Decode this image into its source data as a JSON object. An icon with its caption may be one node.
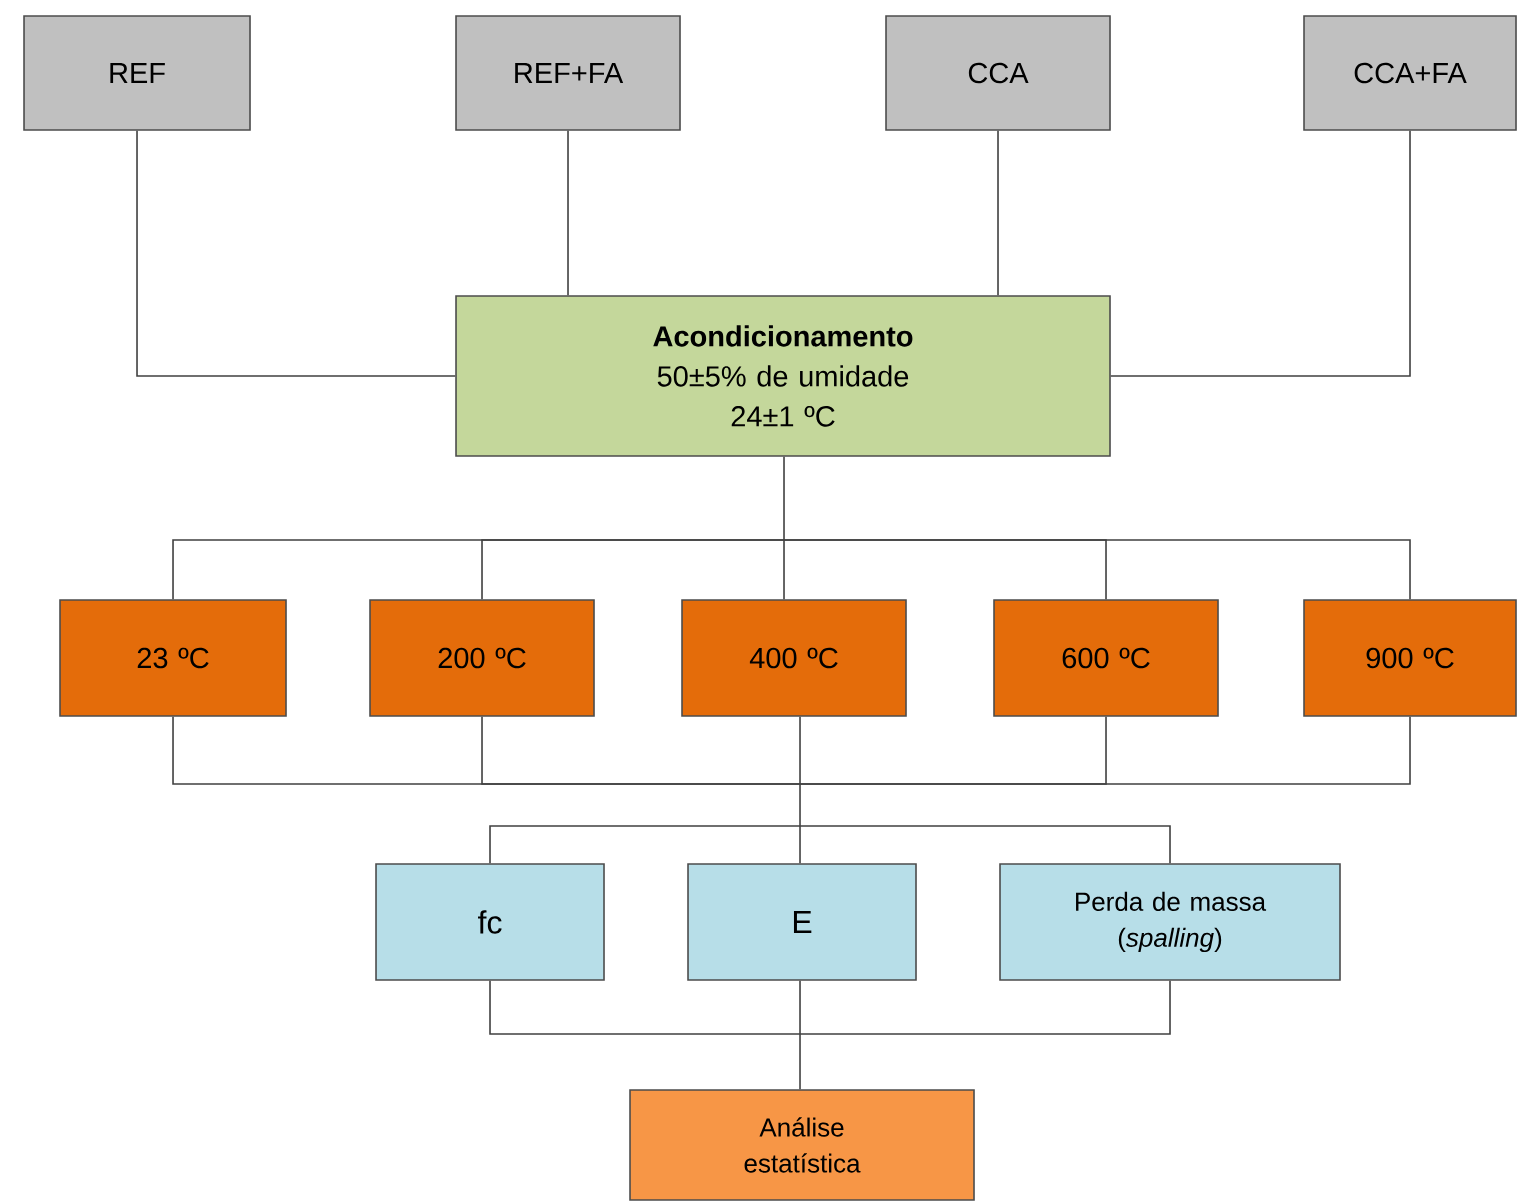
{
  "diagram": {
    "nodes": [
      {
        "text": [
          "REF"
        ]
      },
      {
        "text": [
          "REF+FA"
        ]
      },
      {
        "text": [
          "CCA"
        ]
      },
      {
        "text": [
          "CCA+FA"
        ]
      },
      {
        "text": [
          "Acondicionamento",
          "50±5% de umidade",
          "24±1 ºC"
        ]
      },
      {
        "text": [
          "23 ºC"
        ]
      },
      {
        "text": [
          "200 ºC"
        ]
      },
      {
        "text": [
          "400 ºC"
        ]
      },
      {
        "text": [
          "600 ºC"
        ]
      },
      {
        "text": [
          "900 ºC"
        ]
      },
      {
        "text": [
          "fc"
        ]
      },
      {
        "text": [
          "E"
        ]
      },
      {
        "text": [
          "Perda de massa (*spalling*)"
        ]
      },
      {
        "text": [
          "Análise estatística"
        ]
      }
    ],
    "edges": [
      {
        "from": 0,
        "to": 4,
        "arrow": "none"
      },
      {
        "from": 1,
        "to": 4,
        "arrow": "none"
      },
      {
        "from": 2,
        "to": 4,
        "arrow": "none"
      },
      {
        "from": 3,
        "to": 4,
        "arrow": "none"
      },
      {
        "from": 4,
        "to": 5,
        "arrow": "none"
      },
      {
        "from": 4,
        "to": 6,
        "arrow": "none"
      },
      {
        "from": 4,
        "to": 7,
        "arrow": "none"
      },
      {
        "from": 4,
        "to": 8,
        "arrow": "none"
      },
      {
        "from": 4,
        "to": 9,
        "arrow": "none"
      },
      {
        "from": 5,
        "to": 10,
        "arrow": "none"
      },
      {
        "from": 5,
        "to": 11,
        "arrow": "none"
      },
      {
        "from": 5,
        "to": 12,
        "arrow": "none"
      },
      {
        "from": 6,
        "to": 10,
        "arrow": "none"
      },
      {
        "from": 6,
        "to": 11,
        "arrow": "none"
      },
      {
        "from": 6,
        "to": 12,
        "arrow": "none"
      },
      {
        "from": 7,
        "to": 10,
        "arrow": "none"
      },
      {
        "from": 7,
        "to": 11,
        "arrow": "none"
      },
      {
        "from": 7,
        "to": 12,
        "arrow": "none"
      },
      {
        "from": 8,
        "to": 10,
        "arrow": "none"
      },
      {
        "from": 8,
        "to": 11,
        "arrow": "none"
      },
      {
        "from": 8,
        "to": 12,
        "arrow": "none"
      },
      {
        "from": 9,
        "to": 10,
        "arrow": "none"
      },
      {
        "from": 9,
        "to": 11,
        "arrow": "none"
      },
      {
        "from": 9,
        "to": 12,
        "arrow": "none"
      },
      {
        "from": 10,
        "to": 13,
        "arrow": "none"
      },
      {
        "from": 11,
        "to": 13,
        "arrow": "none"
      },
      {
        "from": 12,
        "to": 13,
        "arrow": "none"
      }
    ]
  }
}
